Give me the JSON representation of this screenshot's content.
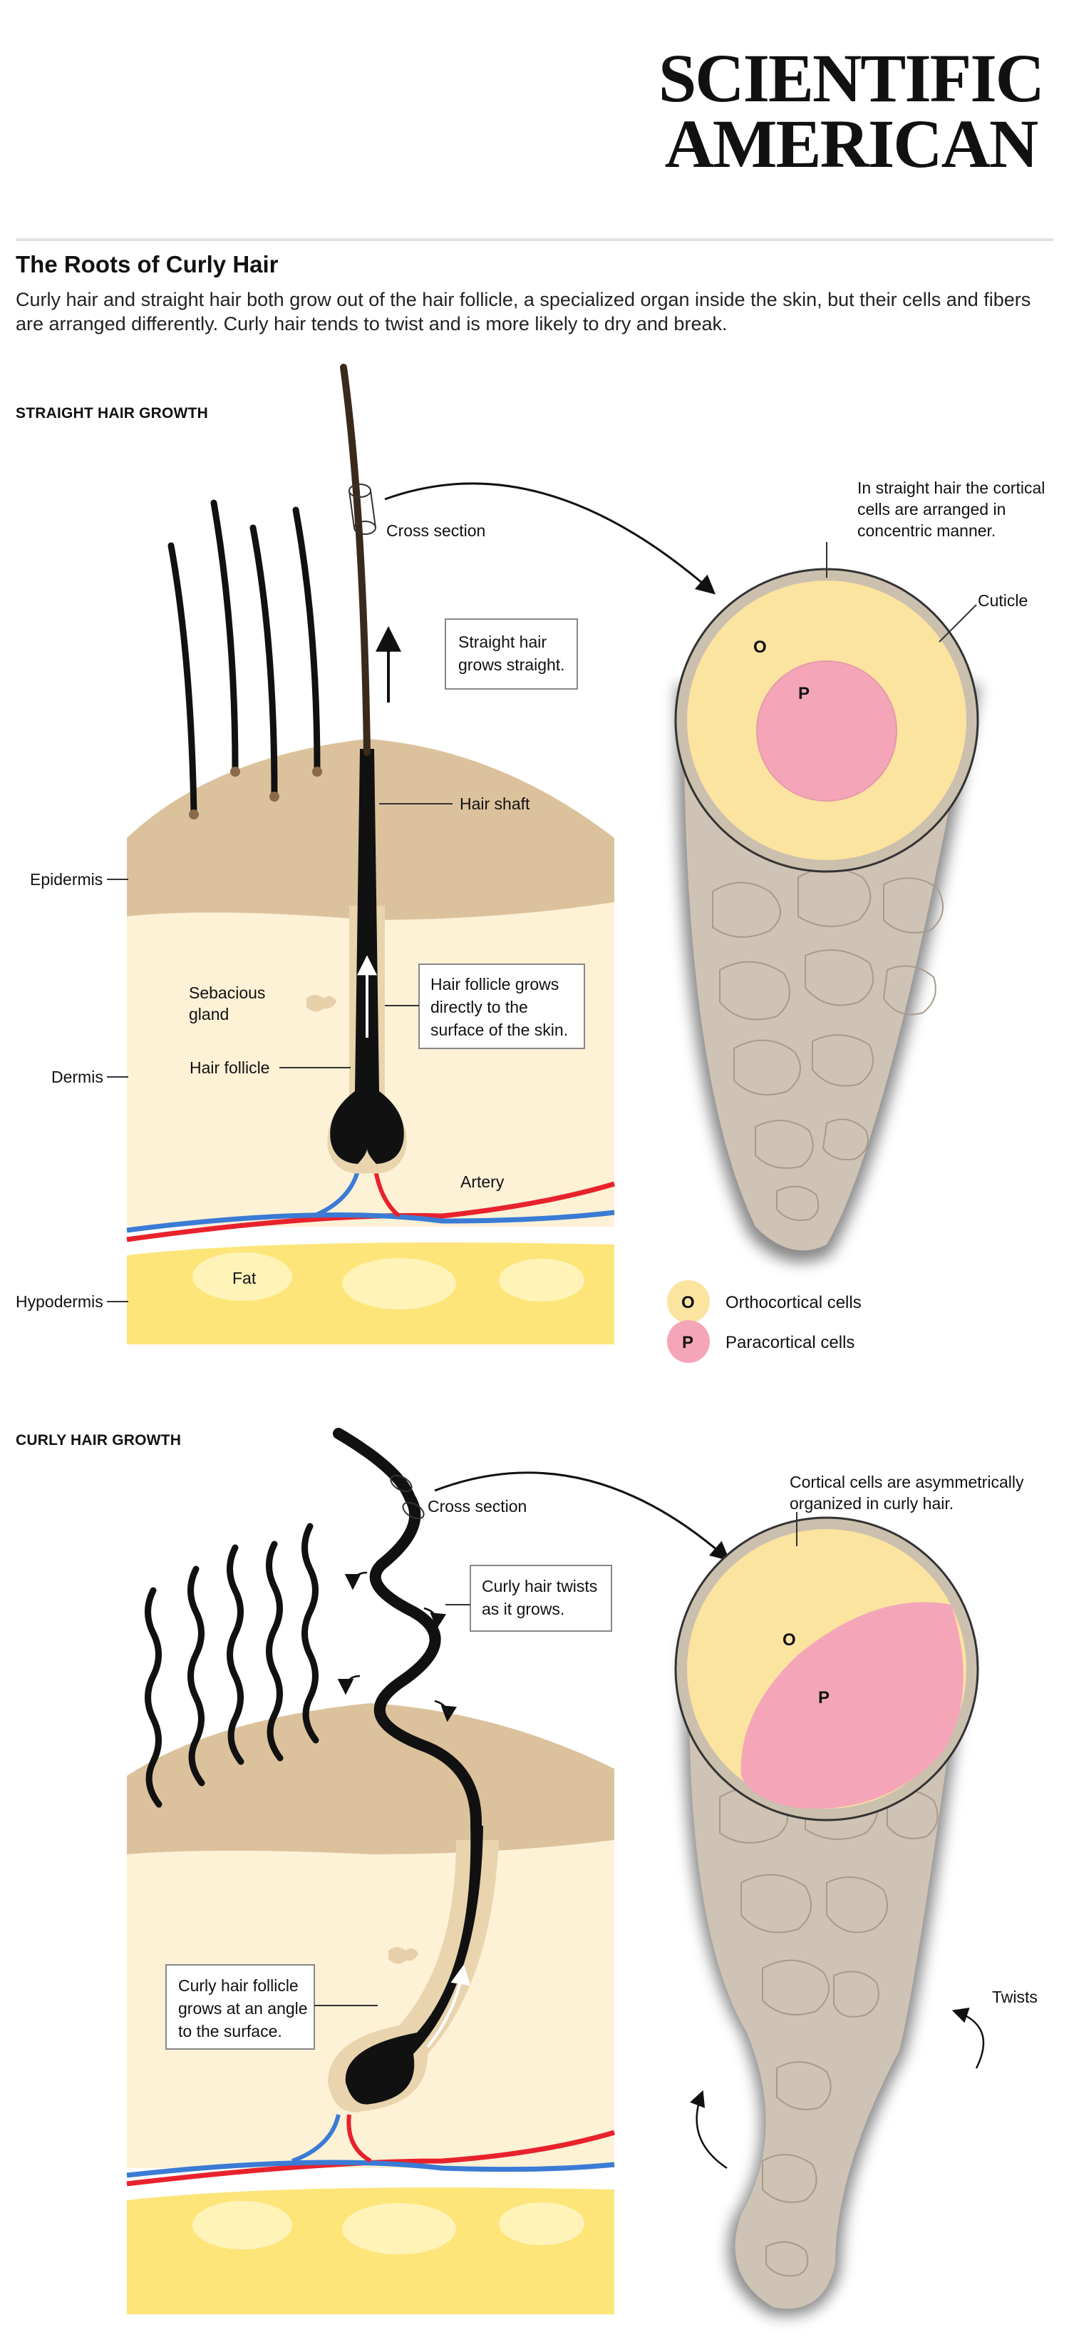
{
  "brand": {
    "line1": "SCIENTIFIC",
    "line2": "AMERICAN"
  },
  "title": "The Roots of Curly Hair",
  "intro": "Curly hair and straight hair both grow out of the hair follicle, a specialized organ inside the skin, but their cells and fibers are arranged differently. Curly hair tends to twist and is more likely to dry and break.",
  "colors": {
    "skin_top": "#dcc29c",
    "skin_dermis": "#fdf1d6",
    "fat": "#fde57a",
    "artery": "#e8222c",
    "vein": "#3a7bd5",
    "hair": "#111111",
    "ortho": "#fbe3a0",
    "para": "#f4a6b8",
    "fiber": "#cfc3b5"
  },
  "straight": {
    "section_label": "STRAIGHT HAIR GROWTH",
    "cross_section": "Cross section",
    "grows_box": [
      "Straight hair",
      "grows straight."
    ],
    "hair_shaft": "Hair shaft",
    "epidermis": "Epidermis",
    "sebaceous": [
      "Sebacious",
      "gland"
    ],
    "follicle_box": [
      "Hair follicle grows",
      "directly to the",
      "surface of the skin."
    ],
    "dermis": "Dermis",
    "hair_follicle": "Hair follicle",
    "artery": "Artery",
    "fat": "Fat",
    "hypodermis": "Hypodermis",
    "cortical_note": [
      "In straight hair the cortical",
      "cells are arranged in",
      "concentric manner."
    ],
    "cuticle": "Cuticle",
    "o_mark": "O",
    "p_mark": "P"
  },
  "legend": [
    {
      "mark": "O",
      "label": "Orthocortical cells"
    },
    {
      "mark": "P",
      "label": "Paracortical cells"
    }
  ],
  "curly": {
    "section_label": "CURLY HAIR GROWTH",
    "cross_section": "Cross section",
    "twists_box": [
      "Curly hair twists",
      "as it grows."
    ],
    "cortical_note": [
      "Cortical cells are asymmetrically",
      "organized in curly hair."
    ],
    "follicle_box": [
      "Curly hair follicle",
      "grows at an angle",
      "to the surface."
    ],
    "twists": "Twists",
    "o_mark": "O",
    "p_mark": "P"
  }
}
